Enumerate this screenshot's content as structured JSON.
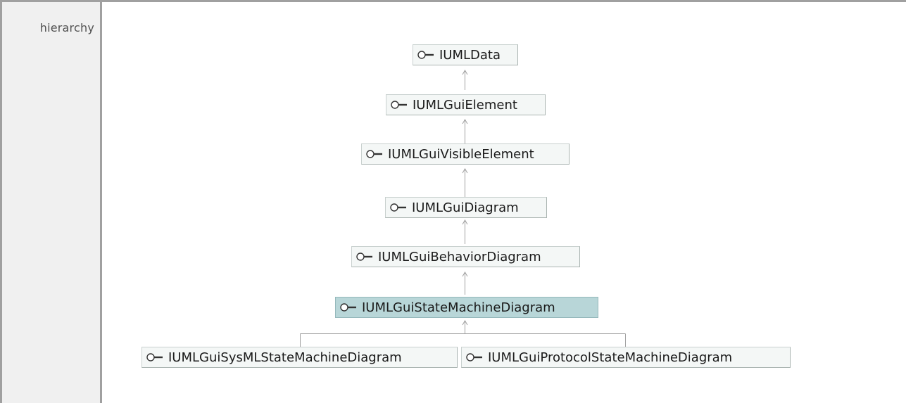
{
  "section_label": "hierarchy",
  "nodes": [
    {
      "label": "IUMLData",
      "icon": "interface-lollipop-icon"
    },
    {
      "label": "IUMLGuiElement",
      "icon": "interface-lollipop-icon"
    },
    {
      "label": "IUMLGuiVisibleElement",
      "icon": "interface-lollipop-icon"
    },
    {
      "label": "IUMLGuiDiagram",
      "icon": "interface-lollipop-icon"
    },
    {
      "label": "IUMLGuiBehaviorDiagram",
      "icon": "interface-lollipop-icon"
    },
    {
      "label": "IUMLGuiStateMachineDiagram",
      "icon": "interface-lollipop-icon",
      "selected": true
    },
    {
      "label": "IUMLGuiSysMLStateMachineDiagram",
      "icon": "interface-lollipop-icon"
    },
    {
      "label": "IUMLGuiProtocolStateMachineDiagram",
      "icon": "interface-lollipop-icon"
    }
  ],
  "colors": {
    "node_fill": "#f4f7f6",
    "node_selected_fill": "#b8d6d8",
    "connector": "#a0a0a0",
    "frame": "#a0a0a0",
    "label_cell": "#f0f0f0"
  }
}
